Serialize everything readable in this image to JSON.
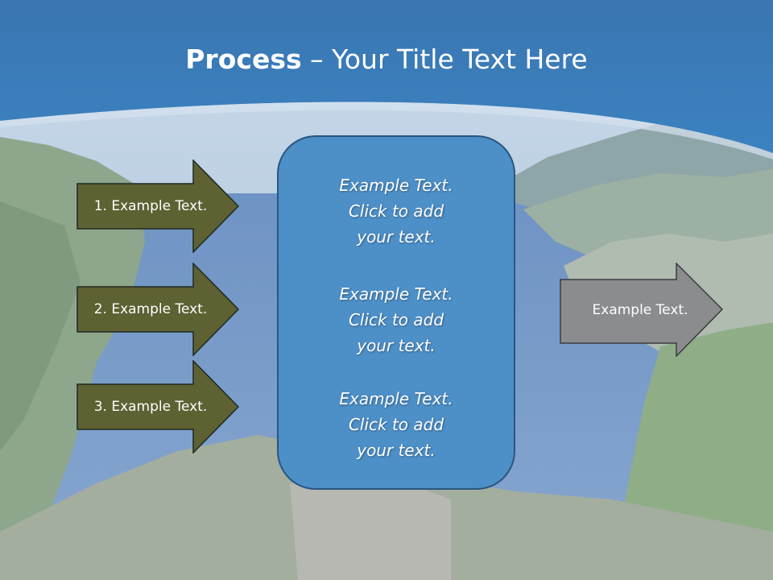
{
  "title": {
    "bold": "Process",
    "rest": " – Your Title Text Here"
  },
  "inputs": [
    {
      "label": "1. Example Text."
    },
    {
      "label": "2. Example Text."
    },
    {
      "label": "3. Example Text."
    }
  ],
  "center": [
    {
      "lines": [
        "Example Text.",
        "Click  to add",
        "your text."
      ]
    },
    {
      "lines": [
        "Example Text.",
        "Click  to add",
        "your text."
      ]
    },
    {
      "lines": [
        "Example Text.",
        "Click  to add",
        "your text."
      ]
    }
  ],
  "output": {
    "label": "Example Text."
  },
  "colors": {
    "header": "#3a7ab8",
    "input_arrow": "#5e6132",
    "output_arrow": "#8a8c8e",
    "center_box": "#4d8fc7"
  }
}
